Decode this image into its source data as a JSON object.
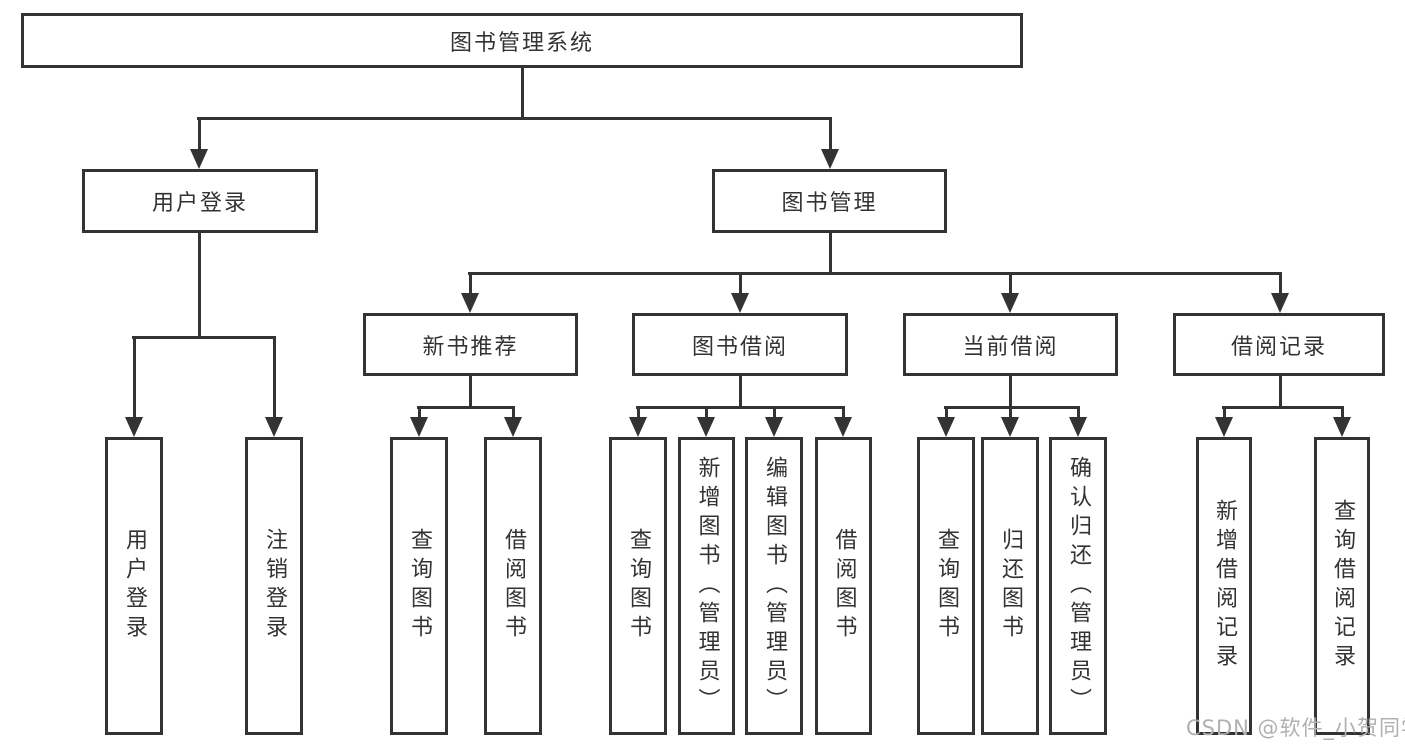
{
  "diagram": {
    "root": {
      "label": "图书管理系统"
    },
    "level2": [
      {
        "label": "用户登录"
      },
      {
        "label": "图书管理"
      }
    ],
    "level3": [
      {
        "label": "新书推荐"
      },
      {
        "label": "图书借阅"
      },
      {
        "label": "当前借阅"
      },
      {
        "label": "借阅记录"
      }
    ],
    "leaves": [
      {
        "label": "用户登录"
      },
      {
        "label": "注销登录"
      },
      {
        "label": "查询图书"
      },
      {
        "label": "借阅图书"
      },
      {
        "label": "查询图书"
      },
      {
        "label": "新增图书（管理员）"
      },
      {
        "label": "编辑图书（管理员）"
      },
      {
        "label": "借阅图书"
      },
      {
        "label": "查询图书"
      },
      {
        "label": "归还图书"
      },
      {
        "label": "确认归还（管理员）"
      },
      {
        "label": "新增借阅记录"
      },
      {
        "label": "查询借阅记录"
      }
    ],
    "watermark": "CSDN @软件_小贺同学"
  },
  "colors": {
    "line": "#333333",
    "text": "#333333",
    "watermark": "#b0b0b0",
    "background": "#ffffff"
  }
}
